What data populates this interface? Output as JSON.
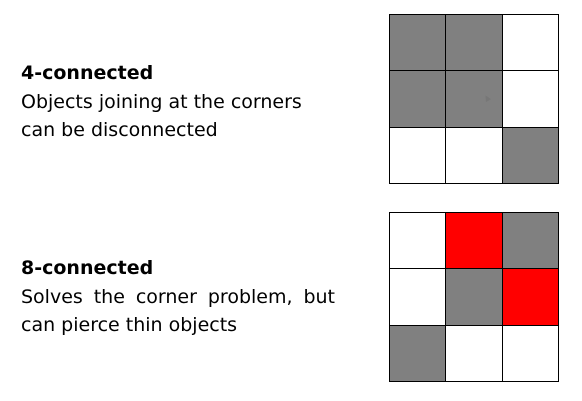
{
  "sections": [
    {
      "heading": "4-connected",
      "description": "Objects joining at the corners can be disconnected",
      "grid": [
        [
          "gray",
          "gray",
          "white"
        ],
        [
          "gray",
          "gray",
          "white"
        ],
        [
          "white",
          "white",
          "gray"
        ]
      ]
    },
    {
      "heading": "8-connected",
      "description": "Solves the corner problem, but can pierce thin objects",
      "grid": [
        [
          "white",
          "red",
          "gray"
        ],
        [
          "white",
          "gray",
          "red"
        ],
        [
          "gray",
          "white",
          "white"
        ]
      ]
    }
  ],
  "colors": {
    "gray": "#808080",
    "white": "#ffffff",
    "red": "#ff0000",
    "border": "#000000"
  },
  "icons": {
    "cursor": "mouse-pointer-icon"
  }
}
